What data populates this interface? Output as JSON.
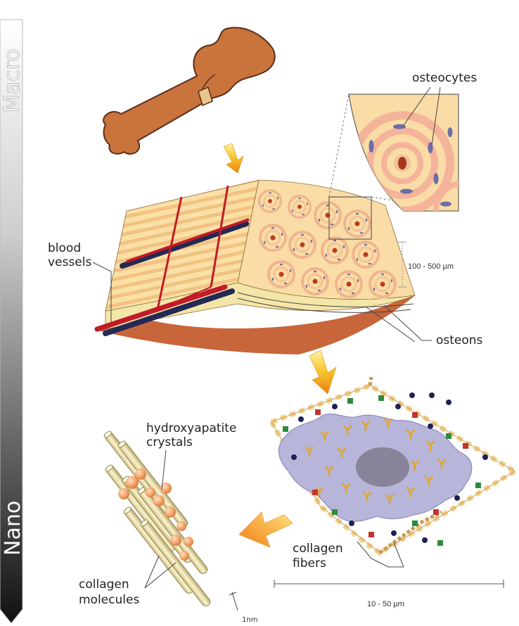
{
  "scale_bar": {
    "top_label": "Macro",
    "bottom_label": "Nano"
  },
  "labels": {
    "osteocytes": "osteocytes",
    "blood_vessels_1": "blood",
    "blood_vessels_2": "vessels",
    "range_osteon": "100 - 500 µm",
    "osteons": "osteons",
    "hydroxyapatite_1": "hydroxyapatite",
    "hydroxyapatite_2": "crystals",
    "collagen_fibers_1": "collagen",
    "collagen_fibers_2": "fibers",
    "collagen_molecules_1": "collagen",
    "collagen_molecules_2": "molecules",
    "range_cell": "10 - 50 µm",
    "range_molecule": "1nm"
  }
}
